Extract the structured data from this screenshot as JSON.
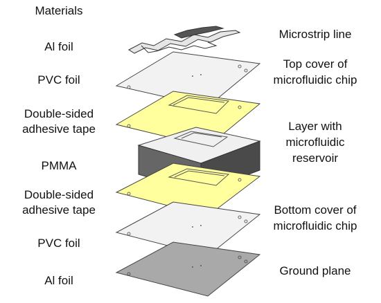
{
  "left_labels": {
    "header": "Materials",
    "l1": "Al foil",
    "l2": "PVC foil",
    "l3a": "Double-sided",
    "l3b": "adhesive tape",
    "l4": "PMMA",
    "l5a": "Double-sided",
    "l5b": "adhesive tape",
    "l6": "PVC foil",
    "l7": "Al foil"
  },
  "right_labels": {
    "r1": "Microstrip line",
    "r2a": "Top cover of",
    "r2b": "microfluidic chip",
    "r3a": "Layer with",
    "r3b": "microfluidic",
    "r3c": "reservoir",
    "r4a": "Bottom cover of",
    "r4b": "microfluidic chip",
    "r5": "Ground plane"
  },
  "colors": {
    "foil_light": "#f2f2f2",
    "tape_yellow": "#ffff9e",
    "pmma_side": "#5a5a5a",
    "ground": "#a9a9a9",
    "outline": "#444444"
  }
}
